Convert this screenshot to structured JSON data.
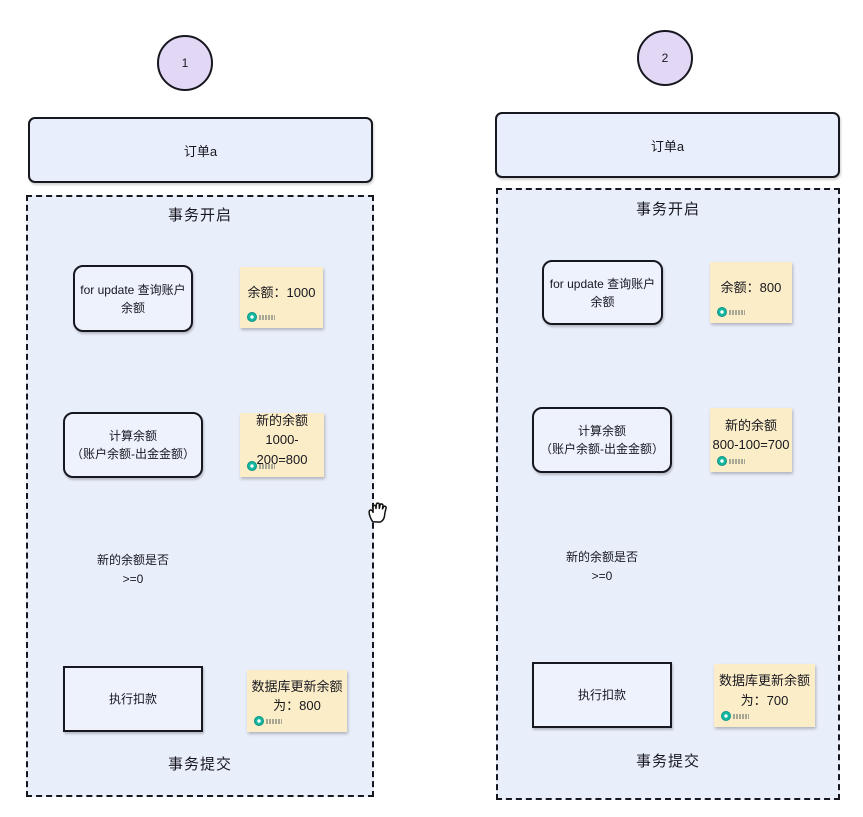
{
  "canvas": {
    "background": "#ffffff"
  },
  "colors": {
    "container_fill": "#e9eefb",
    "step_fill": "#eef2fc",
    "order_fill": "#e8eefb",
    "badge_fill": "#e3d7f6",
    "note_fill": "#fbedc7",
    "diamond_fill": "#f7e2a2",
    "stroke": "#17171f",
    "watermark_teal": "#14b8a0"
  },
  "icons": {
    "hand_cursor": "grabbing-hand-cursor",
    "watermark": "teal-circle-logo"
  },
  "columns": [
    {
      "badge": "1",
      "order_label": "订单a",
      "zone": {
        "header": "事务开启",
        "footer": "事务提交"
      },
      "steps": {
        "query": "for update 查询账户\n余额",
        "calc": "计算余额\n（账户余额-出金金额）",
        "decision": "新的余额是否\n>=0",
        "execute": "执行扣款"
      },
      "notes": {
        "balance": "余额：1000",
        "new_balance": "新的余额\n1000-200=800",
        "db_update": "数据库更新余额\n为：800"
      }
    },
    {
      "badge": "2",
      "order_label": "订单a",
      "zone": {
        "header": "事务开启",
        "footer": "事务提交"
      },
      "steps": {
        "query": "for update 查询账户\n余额",
        "calc": "计算余额\n（账户余额-出金金额）",
        "decision": "新的余额是否\n>=0",
        "execute": "执行扣款"
      },
      "notes": {
        "balance": "余额：800",
        "new_balance": "新的余额\n800-100=700",
        "db_update": "数据库更新余额\n为：700"
      }
    }
  ]
}
